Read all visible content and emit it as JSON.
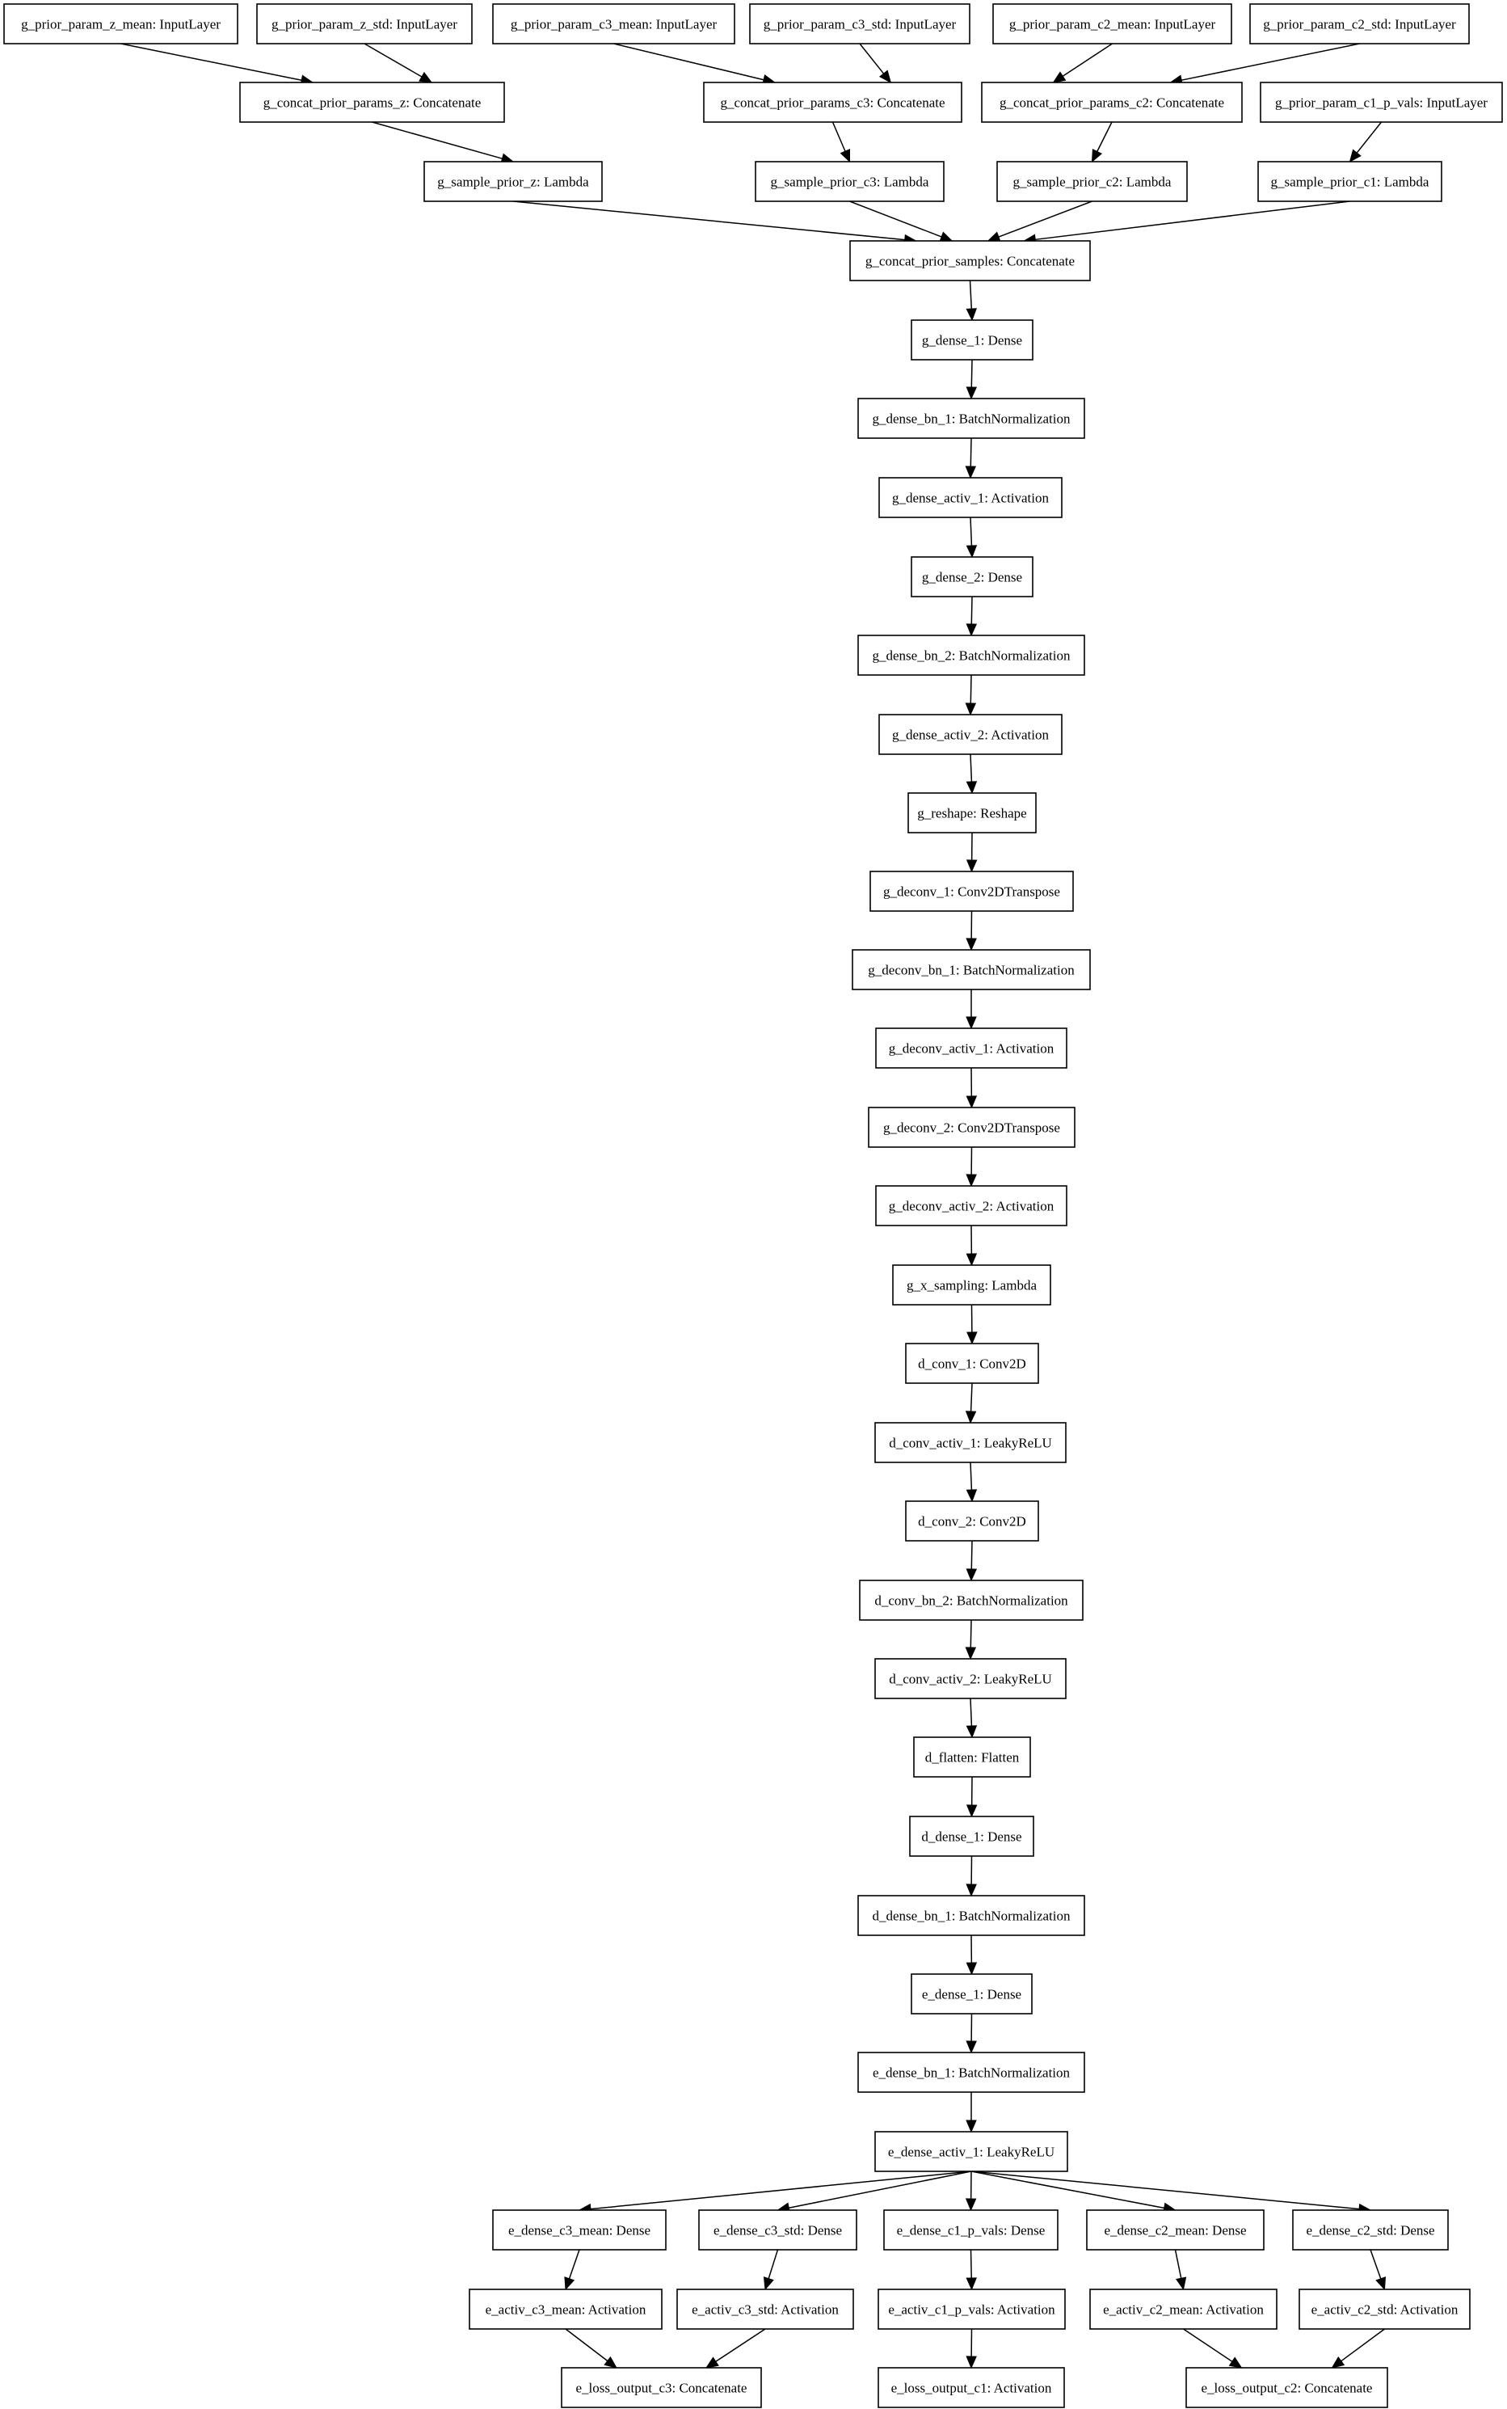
{
  "diagram": {
    "nodes": [
      {
        "id": "g_prior_param_z_mean",
        "label": "g_prior_param_z_mean: InputLayer"
      },
      {
        "id": "g_prior_param_z_std",
        "label": "g_prior_param_z_std: InputLayer"
      },
      {
        "id": "g_prior_param_c3_mean",
        "label": "g_prior_param_c3_mean: InputLayer"
      },
      {
        "id": "g_prior_param_c3_std",
        "label": "g_prior_param_c3_std: InputLayer"
      },
      {
        "id": "g_prior_param_c2_mean",
        "label": "g_prior_param_c2_mean: InputLayer"
      },
      {
        "id": "g_prior_param_c2_std",
        "label": "g_prior_param_c2_std: InputLayer"
      },
      {
        "id": "g_concat_prior_params_z",
        "label": "g_concat_prior_params_z: Concatenate"
      },
      {
        "id": "g_concat_prior_params_c3",
        "label": "g_concat_prior_params_c3: Concatenate"
      },
      {
        "id": "g_concat_prior_params_c2",
        "label": "g_concat_prior_params_c2: Concatenate"
      },
      {
        "id": "g_prior_param_c1_p_vals",
        "label": "g_prior_param_c1_p_vals: InputLayer"
      },
      {
        "id": "g_sample_prior_z",
        "label": "g_sample_prior_z: Lambda"
      },
      {
        "id": "g_sample_prior_c3",
        "label": "g_sample_prior_c3: Lambda"
      },
      {
        "id": "g_sample_prior_c2",
        "label": "g_sample_prior_c2: Lambda"
      },
      {
        "id": "g_sample_prior_c1",
        "label": "g_sample_prior_c1: Lambda"
      },
      {
        "id": "g_concat_prior_samples",
        "label": "g_concat_prior_samples: Concatenate"
      },
      {
        "id": "g_dense_1",
        "label": "g_dense_1: Dense"
      },
      {
        "id": "g_dense_bn_1",
        "label": "g_dense_bn_1: BatchNormalization"
      },
      {
        "id": "g_dense_activ_1",
        "label": "g_dense_activ_1: Activation"
      },
      {
        "id": "g_dense_2",
        "label": "g_dense_2: Dense"
      },
      {
        "id": "g_dense_bn_2",
        "label": "g_dense_bn_2: BatchNormalization"
      },
      {
        "id": "g_dense_activ_2",
        "label": "g_dense_activ_2: Activation"
      },
      {
        "id": "g_reshape",
        "label": "g_reshape: Reshape"
      },
      {
        "id": "g_deconv_1",
        "label": "g_deconv_1: Conv2DTranspose"
      },
      {
        "id": "g_deconv_bn_1",
        "label": "g_deconv_bn_1: BatchNormalization"
      },
      {
        "id": "g_deconv_activ_1",
        "label": "g_deconv_activ_1: Activation"
      },
      {
        "id": "g_deconv_2",
        "label": "g_deconv_2: Conv2DTranspose"
      },
      {
        "id": "g_deconv_activ_2",
        "label": "g_deconv_activ_2: Activation"
      },
      {
        "id": "g_x_sampling",
        "label": "g_x_sampling: Lambda"
      },
      {
        "id": "d_conv_1",
        "label": "d_conv_1: Conv2D"
      },
      {
        "id": "d_conv_activ_1",
        "label": "d_conv_activ_1: LeakyReLU"
      },
      {
        "id": "d_conv_2",
        "label": "d_conv_2: Conv2D"
      },
      {
        "id": "d_conv_bn_2",
        "label": "d_conv_bn_2: BatchNormalization"
      },
      {
        "id": "d_conv_activ_2",
        "label": "d_conv_activ_2: LeakyReLU"
      },
      {
        "id": "d_flatten",
        "label": "d_flatten: Flatten"
      },
      {
        "id": "d_dense_1",
        "label": "d_dense_1: Dense"
      },
      {
        "id": "d_dense_bn_1",
        "label": "d_dense_bn_1: BatchNormalization"
      },
      {
        "id": "e_dense_1",
        "label": "e_dense_1: Dense"
      },
      {
        "id": "e_dense_bn_1",
        "label": "e_dense_bn_1: BatchNormalization"
      },
      {
        "id": "e_dense_activ_1",
        "label": "e_dense_activ_1: LeakyReLU"
      },
      {
        "id": "e_dense_c3_mean",
        "label": "e_dense_c3_mean: Dense"
      },
      {
        "id": "e_dense_c3_std",
        "label": "e_dense_c3_std: Dense"
      },
      {
        "id": "e_dense_c1_p_vals",
        "label": "e_dense_c1_p_vals: Dense"
      },
      {
        "id": "e_dense_c2_mean",
        "label": "e_dense_c2_mean: Dense"
      },
      {
        "id": "e_dense_c2_std",
        "label": "e_dense_c2_std: Dense"
      },
      {
        "id": "e_activ_c3_mean",
        "label": "e_activ_c3_mean: Activation"
      },
      {
        "id": "e_activ_c3_std",
        "label": "e_activ_c3_std: Activation"
      },
      {
        "id": "e_activ_c1_p_vals",
        "label": "e_activ_c1_p_vals: Activation"
      },
      {
        "id": "e_activ_c2_mean",
        "label": "e_activ_c2_mean: Activation"
      },
      {
        "id": "e_activ_c2_std",
        "label": "e_activ_c2_std: Activation"
      },
      {
        "id": "e_loss_output_c3",
        "label": "e_loss_output_c3: Concatenate"
      },
      {
        "id": "e_loss_output_c1",
        "label": "e_loss_output_c1: Activation"
      },
      {
        "id": "e_loss_output_c2",
        "label": "e_loss_output_c2: Concatenate"
      }
    ],
    "edges": [
      [
        "g_prior_param_z_mean",
        "g_concat_prior_params_z"
      ],
      [
        "g_prior_param_z_std",
        "g_concat_prior_params_z"
      ],
      [
        "g_prior_param_c3_mean",
        "g_concat_prior_params_c3"
      ],
      [
        "g_prior_param_c3_std",
        "g_concat_prior_params_c3"
      ],
      [
        "g_prior_param_c2_mean",
        "g_concat_prior_params_c2"
      ],
      [
        "g_prior_param_c2_std",
        "g_concat_prior_params_c2"
      ],
      [
        "g_concat_prior_params_z",
        "g_sample_prior_z"
      ],
      [
        "g_concat_prior_params_c3",
        "g_sample_prior_c3"
      ],
      [
        "g_concat_prior_params_c2",
        "g_sample_prior_c2"
      ],
      [
        "g_prior_param_c1_p_vals",
        "g_sample_prior_c1"
      ],
      [
        "g_sample_prior_z",
        "g_concat_prior_samples"
      ],
      [
        "g_sample_prior_c3",
        "g_concat_prior_samples"
      ],
      [
        "g_sample_prior_c2",
        "g_concat_prior_samples"
      ],
      [
        "g_sample_prior_c1",
        "g_concat_prior_samples"
      ],
      [
        "g_concat_prior_samples",
        "g_dense_1"
      ],
      [
        "g_dense_1",
        "g_dense_bn_1"
      ],
      [
        "g_dense_bn_1",
        "g_dense_activ_1"
      ],
      [
        "g_dense_activ_1",
        "g_dense_2"
      ],
      [
        "g_dense_2",
        "g_dense_bn_2"
      ],
      [
        "g_dense_bn_2",
        "g_dense_activ_2"
      ],
      [
        "g_dense_activ_2",
        "g_reshape"
      ],
      [
        "g_reshape",
        "g_deconv_1"
      ],
      [
        "g_deconv_1",
        "g_deconv_bn_1"
      ],
      [
        "g_deconv_bn_1",
        "g_deconv_activ_1"
      ],
      [
        "g_deconv_activ_1",
        "g_deconv_2"
      ],
      [
        "g_deconv_2",
        "g_deconv_activ_2"
      ],
      [
        "g_deconv_activ_2",
        "g_x_sampling"
      ],
      [
        "g_x_sampling",
        "d_conv_1"
      ],
      [
        "d_conv_1",
        "d_conv_activ_1"
      ],
      [
        "d_conv_activ_1",
        "d_conv_2"
      ],
      [
        "d_conv_2",
        "d_conv_bn_2"
      ],
      [
        "d_conv_bn_2",
        "d_conv_activ_2"
      ],
      [
        "d_conv_activ_2",
        "d_flatten"
      ],
      [
        "d_flatten",
        "d_dense_1"
      ],
      [
        "d_dense_1",
        "d_dense_bn_1"
      ],
      [
        "d_dense_bn_1",
        "e_dense_1"
      ],
      [
        "e_dense_1",
        "e_dense_bn_1"
      ],
      [
        "e_dense_bn_1",
        "e_dense_activ_1"
      ],
      [
        "e_dense_activ_1",
        "e_dense_c3_mean"
      ],
      [
        "e_dense_activ_1",
        "e_dense_c3_std"
      ],
      [
        "e_dense_activ_1",
        "e_dense_c1_p_vals"
      ],
      [
        "e_dense_activ_1",
        "e_dense_c2_mean"
      ],
      [
        "e_dense_activ_1",
        "e_dense_c2_std"
      ],
      [
        "e_dense_c3_mean",
        "e_activ_c3_mean"
      ],
      [
        "e_dense_c3_std",
        "e_activ_c3_std"
      ],
      [
        "e_dense_c1_p_vals",
        "e_activ_c1_p_vals"
      ],
      [
        "e_dense_c2_mean",
        "e_activ_c2_mean"
      ],
      [
        "e_dense_c2_std",
        "e_activ_c2_std"
      ],
      [
        "e_activ_c3_mean",
        "e_loss_output_c3"
      ],
      [
        "e_activ_c3_std",
        "e_loss_output_c3"
      ],
      [
        "e_activ_c1_p_vals",
        "e_loss_output_c1"
      ],
      [
        "e_activ_c2_mean",
        "e_loss_output_c2"
      ],
      [
        "e_activ_c2_std",
        "e_loss_output_c2"
      ]
    ]
  }
}
